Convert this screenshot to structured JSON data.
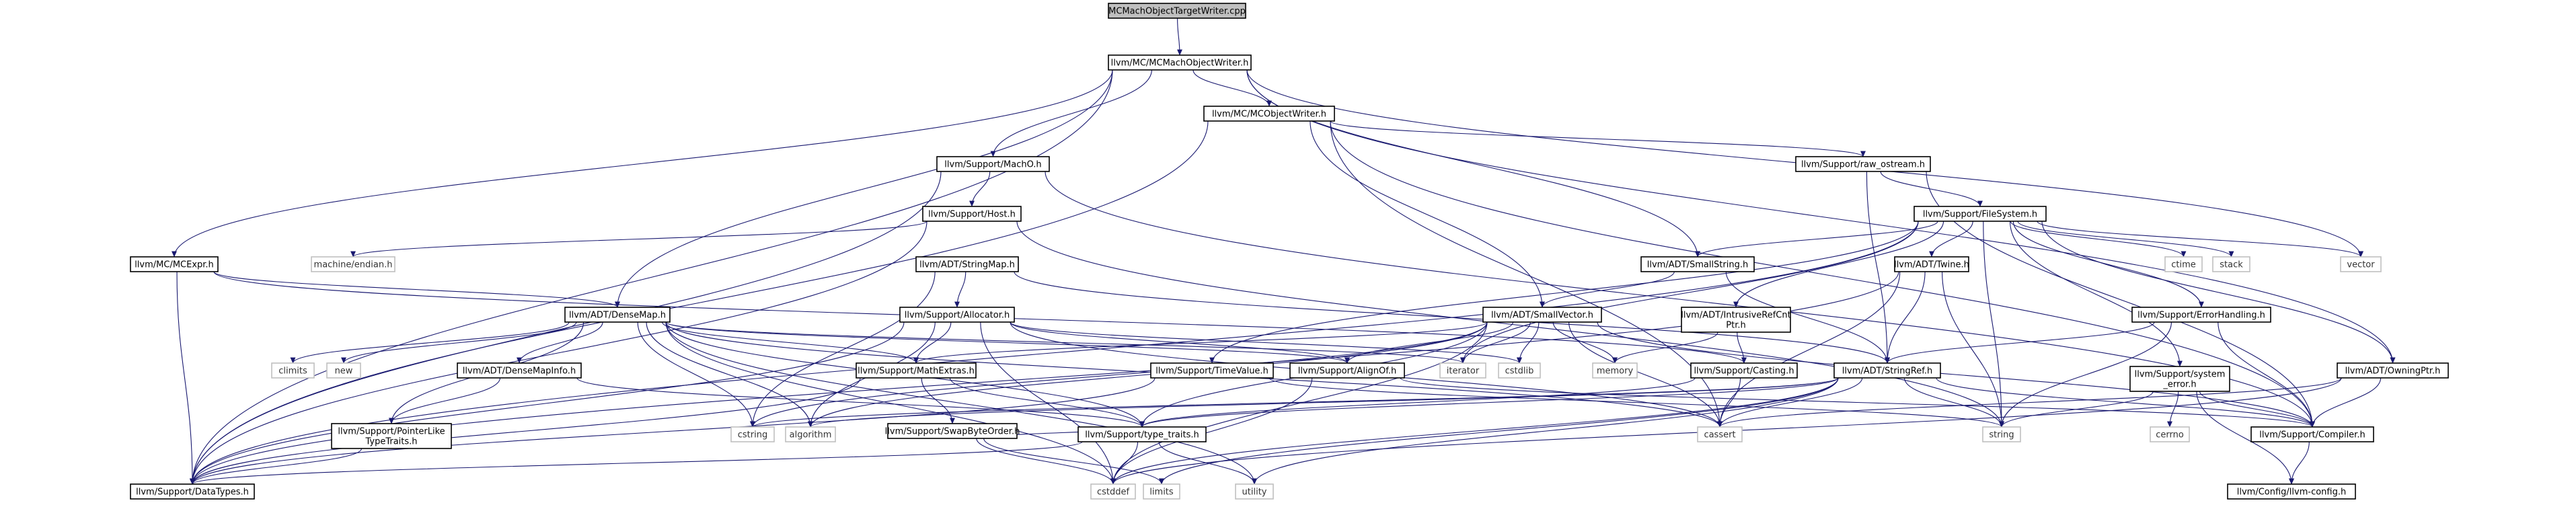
{
  "diagram": {
    "kind": "include-dependency-graph",
    "colors": {
      "edge": "#191970",
      "root_fill": "#bfbfbf",
      "node_border": "#000000",
      "system_border": "#bfbfbf"
    },
    "nodes": [
      {
        "id": "root",
        "lines": [
          "MCMachObjectTargetWriter.cpp"
        ]
      },
      {
        "id": "mcmachwriter",
        "lines": [
          "llvm/MC/MCMachObjectWriter.h"
        ]
      },
      {
        "id": "mcobjwriter",
        "lines": [
          "llvm/MC/MCObjectWriter.h"
        ]
      },
      {
        "id": "macho",
        "lines": [
          "llvm/Support/MachO.h"
        ]
      },
      {
        "id": "rawostream",
        "lines": [
          "llvm/Support/raw_ostream.h"
        ]
      },
      {
        "id": "host",
        "lines": [
          "llvm/Support/Host.h"
        ]
      },
      {
        "id": "filesystem",
        "lines": [
          "llvm/Support/FileSystem.h"
        ]
      },
      {
        "id": "mcexpr",
        "lines": [
          "llvm/MC/MCExpr.h"
        ]
      },
      {
        "id": "machineendian",
        "lines": [
          "machine/endian.h"
        ]
      },
      {
        "id": "stringmap",
        "lines": [
          "llvm/ADT/StringMap.h"
        ]
      },
      {
        "id": "smallstring",
        "lines": [
          "llvm/ADT/SmallString.h"
        ]
      },
      {
        "id": "twine",
        "lines": [
          "llvm/ADT/Twine.h"
        ]
      },
      {
        "id": "ctime",
        "lines": [
          "ctime"
        ]
      },
      {
        "id": "stack",
        "lines": [
          "stack"
        ]
      },
      {
        "id": "vector",
        "lines": [
          "vector"
        ]
      },
      {
        "id": "densemap",
        "lines": [
          "llvm/ADT/DenseMap.h"
        ]
      },
      {
        "id": "allocator",
        "lines": [
          "llvm/Support/Allocator.h"
        ]
      },
      {
        "id": "smallvector",
        "lines": [
          "llvm/ADT/SmallVector.h"
        ]
      },
      {
        "id": "intrusive",
        "lines": [
          "llvm/ADT/IntrusiveRefCnt",
          "Ptr.h"
        ]
      },
      {
        "id": "errorhandling",
        "lines": [
          "llvm/Support/ErrorHandling.h"
        ]
      },
      {
        "id": "climits",
        "lines": [
          "climits"
        ]
      },
      {
        "id": "new",
        "lines": [
          "new"
        ]
      },
      {
        "id": "densemapinfo",
        "lines": [
          "llvm/ADT/DenseMapInfo.h"
        ]
      },
      {
        "id": "mathextras",
        "lines": [
          "llvm/Support/MathExtras.h"
        ]
      },
      {
        "id": "alignof",
        "lines": [
          "llvm/Support/AlignOf.h"
        ]
      },
      {
        "id": "iterator",
        "lines": [
          "iterator"
        ]
      },
      {
        "id": "cstdlib",
        "lines": [
          "cstdlib"
        ]
      },
      {
        "id": "memory",
        "lines": [
          "memory"
        ]
      },
      {
        "id": "timevalue",
        "lines": [
          "llvm/Support/TimeValue.h"
        ]
      },
      {
        "id": "casting",
        "lines": [
          "llvm/Support/Casting.h"
        ]
      },
      {
        "id": "stringref",
        "lines": [
          "llvm/ADT/StringRef.h"
        ]
      },
      {
        "id": "syserror",
        "lines": [
          "llvm/Support/system",
          "_error.h"
        ]
      },
      {
        "id": "owningptr",
        "lines": [
          "llvm/ADT/OwningPtr.h"
        ]
      },
      {
        "id": "pointerlike",
        "lines": [
          "llvm/Support/PointerLike",
          "TypeTraits.h"
        ]
      },
      {
        "id": "swapbyteorder",
        "lines": [
          "llvm/Support/SwapByteOrder.h"
        ]
      },
      {
        "id": "cstring",
        "lines": [
          "cstring"
        ]
      },
      {
        "id": "algorithm",
        "lines": [
          "algorithm"
        ]
      },
      {
        "id": "typetraits",
        "lines": [
          "llvm/Support/type_traits.h"
        ]
      },
      {
        "id": "cassert",
        "lines": [
          "cassert"
        ]
      },
      {
        "id": "string",
        "lines": [
          "string"
        ]
      },
      {
        "id": "cerrno",
        "lines": [
          "cerrno"
        ]
      },
      {
        "id": "compiler",
        "lines": [
          "llvm/Support/Compiler.h"
        ]
      },
      {
        "id": "datatypes",
        "lines": [
          "llvm/Support/DataTypes.h"
        ]
      },
      {
        "id": "limits",
        "lines": [
          "limits"
        ]
      },
      {
        "id": "cstddef",
        "lines": [
          "cstddef"
        ]
      },
      {
        "id": "utility",
        "lines": [
          "utility"
        ]
      },
      {
        "id": "llvmconfig",
        "lines": [
          "llvm/Config/llvm-config.h"
        ]
      }
    ],
    "edges": [
      [
        "root",
        "mcmachwriter"
      ],
      [
        "mcmachwriter",
        "mcobjwriter"
      ],
      [
        "mcmachwriter",
        "macho"
      ],
      [
        "mcmachwriter",
        "mcexpr"
      ],
      [
        "mcmachwriter",
        "densemap"
      ],
      [
        "mcmachwriter",
        "smallstring"
      ],
      [
        "mcmachwriter",
        "vector"
      ],
      [
        "mcmachwriter",
        "owningptr"
      ],
      [
        "mcmachwriter",
        "datatypes"
      ],
      [
        "mcobjwriter",
        "rawostream"
      ],
      [
        "mcobjwriter",
        "smallvector"
      ],
      [
        "mcobjwriter",
        "cassert"
      ],
      [
        "mcobjwriter",
        "compiler"
      ],
      [
        "mcobjwriter",
        "datatypes"
      ],
      [
        "macho",
        "host"
      ],
      [
        "macho",
        "datatypes"
      ],
      [
        "macho",
        "compiler"
      ],
      [
        "host",
        "machineendian"
      ],
      [
        "host",
        "datatypes"
      ],
      [
        "host",
        "string"
      ],
      [
        "rawostream",
        "filesystem"
      ],
      [
        "rawostream",
        "stringref"
      ],
      [
        "rawostream",
        "compiler"
      ],
      [
        "filesystem",
        "smallstring"
      ],
      [
        "filesystem",
        "twine"
      ],
      [
        "filesystem",
        "intrusive"
      ],
      [
        "filesystem",
        "errorhandling"
      ],
      [
        "filesystem",
        "ctime"
      ],
      [
        "filesystem",
        "stack"
      ],
      [
        "filesystem",
        "vector"
      ],
      [
        "filesystem",
        "timevalue"
      ],
      [
        "filesystem",
        "syserror"
      ],
      [
        "filesystem",
        "owningptr"
      ],
      [
        "filesystem",
        "iterator"
      ],
      [
        "filesystem",
        "string"
      ],
      [
        "filesystem",
        "datatypes"
      ],
      [
        "mcexpr",
        "casting"
      ],
      [
        "mcexpr",
        "datatypes"
      ],
      [
        "mcexpr",
        "densemap"
      ],
      [
        "stringmap",
        "allocator"
      ],
      [
        "stringmap",
        "stringref"
      ],
      [
        "stringmap",
        "cstring"
      ],
      [
        "smallstring",
        "smallvector"
      ],
      [
        "smallstring",
        "stringref"
      ],
      [
        "twine",
        "stringref"
      ],
      [
        "twine",
        "cassert"
      ],
      [
        "twine",
        "string"
      ],
      [
        "twine",
        "datatypes"
      ],
      [
        "densemap",
        "densemapinfo"
      ],
      [
        "densemap",
        "mathextras"
      ],
      [
        "densemap",
        "alignof"
      ],
      [
        "densemap",
        "pointerlike"
      ],
      [
        "densemap",
        "typetraits"
      ],
      [
        "densemap",
        "climits"
      ],
      [
        "densemap",
        "new"
      ],
      [
        "densemap",
        "cstring"
      ],
      [
        "densemap",
        "algorithm"
      ],
      [
        "densemap",
        "cassert"
      ],
      [
        "densemap",
        "iterator"
      ],
      [
        "densemap",
        "utility"
      ],
      [
        "densemap",
        "cstddef"
      ],
      [
        "allocator",
        "alignof"
      ],
      [
        "allocator",
        "mathextras"
      ],
      [
        "allocator",
        "datatypes"
      ],
      [
        "allocator",
        "algorithm"
      ],
      [
        "allocator",
        "cassert"
      ],
      [
        "allocator",
        "cstdlib"
      ],
      [
        "allocator",
        "cstddef"
      ],
      [
        "smallvector",
        "alignof"
      ],
      [
        "smallvector",
        "compiler"
      ],
      [
        "smallvector",
        "mathextras"
      ],
      [
        "smallvector",
        "typetraits"
      ],
      [
        "smallvector",
        "algorithm"
      ],
      [
        "smallvector",
        "cassert"
      ],
      [
        "smallvector",
        "cstddef"
      ],
      [
        "smallvector",
        "cstdlib"
      ],
      [
        "smallvector",
        "cstring"
      ],
      [
        "smallvector",
        "iterator"
      ],
      [
        "smallvector",
        "memory"
      ],
      [
        "intrusive",
        "casting"
      ],
      [
        "intrusive",
        "memory"
      ],
      [
        "errorhandling",
        "compiler"
      ],
      [
        "errorhandling",
        "string"
      ],
      [
        "errorhandling",
        "stringref"
      ],
      [
        "densemapinfo",
        "pointerlike"
      ],
      [
        "densemapinfo",
        "typetraits"
      ],
      [
        "mathextras",
        "swapbyteorder"
      ],
      [
        "mathextras",
        "typetraits"
      ],
      [
        "mathextras",
        "datatypes"
      ],
      [
        "alignof",
        "compiler"
      ],
      [
        "alignof",
        "cstddef"
      ],
      [
        "timevalue",
        "datatypes"
      ],
      [
        "timevalue",
        "string"
      ],
      [
        "casting",
        "typetraits"
      ],
      [
        "casting",
        "cassert"
      ],
      [
        "stringref",
        "compiler"
      ],
      [
        "stringref",
        "typetraits"
      ],
      [
        "stringref",
        "algorithm"
      ],
      [
        "stringref",
        "cassert"
      ],
      [
        "stringref",
        "cstring"
      ],
      [
        "stringref",
        "limits"
      ],
      [
        "stringref",
        "string"
      ],
      [
        "stringref",
        "utility"
      ],
      [
        "stringref",
        "cstddef"
      ],
      [
        "syserror",
        "llvmconfig"
      ],
      [
        "syserror",
        "compiler"
      ],
      [
        "syserror",
        "cerrno"
      ],
      [
        "syserror",
        "string"
      ],
      [
        "owningptr",
        "compiler"
      ],
      [
        "owningptr",
        "cassert"
      ],
      [
        "owningptr",
        "cstddef"
      ],
      [
        "pointerlike",
        "datatypes"
      ],
      [
        "swapbyteorder",
        "typetraits"
      ],
      [
        "swapbyteorder",
        "cstddef"
      ],
      [
        "swapbyteorder",
        "limits"
      ],
      [
        "typetraits",
        "datatypes"
      ],
      [
        "typetraits",
        "cstddef"
      ],
      [
        "typetraits",
        "utility"
      ],
      [
        "compiler",
        "llvmconfig"
      ]
    ]
  }
}
